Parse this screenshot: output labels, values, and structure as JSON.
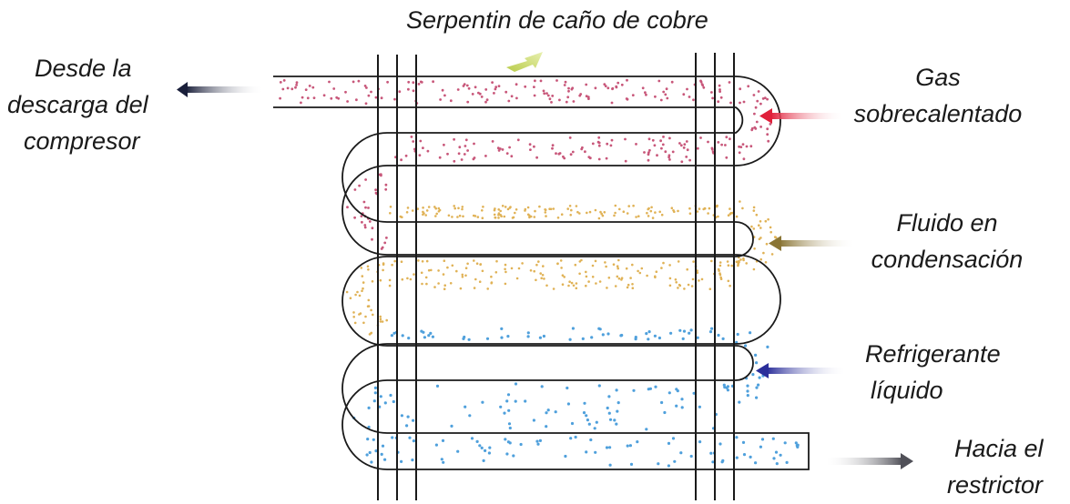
{
  "diagram": {
    "title": "Serpentin de caño de cobre",
    "labels": {
      "discharge": [
        "Desde la",
        "descarga del",
        "compresor"
      ],
      "superheated_gas": [
        "Gas",
        "sobrecalentado"
      ],
      "condensing_fluid": [
        "Fluido en",
        "condensación"
      ],
      "liquid_refrigerant": [
        "Refrigerante",
        "líquido"
      ],
      "to_restrictor": [
        "Hacia el",
        "restrictor"
      ]
    },
    "colors": {
      "outline": "#1a1a1a",
      "gas_dots": "#c8577a",
      "condensing_dots": "#e0b256",
      "liquid_dots": "#4fa0dc",
      "title_arrow": "#c9d96a",
      "discharge_arrow": "#1a1f3a",
      "gas_arrow": "#e0203a",
      "condensing_arrow": "#8a7535",
      "liquid_arrow": "#2a2e9a",
      "restrictor_arrow": "#505058"
    }
  }
}
